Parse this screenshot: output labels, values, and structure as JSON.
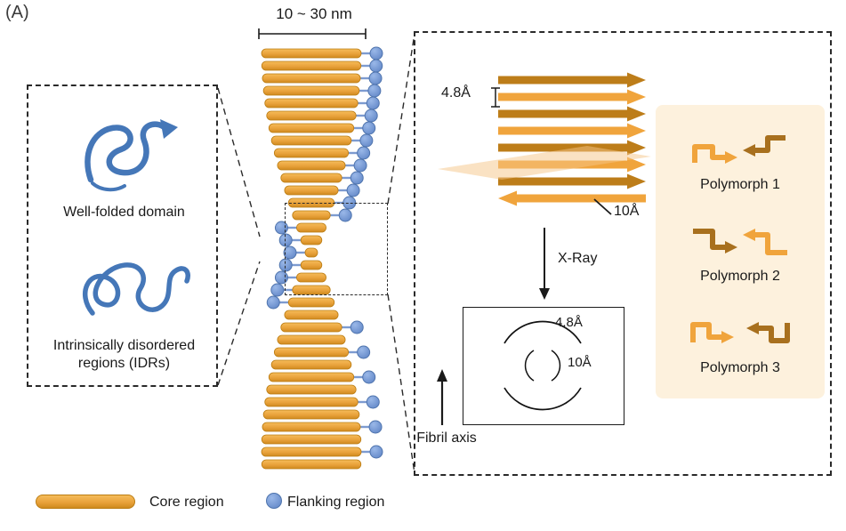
{
  "panel_label": "(A)",
  "fibril": {
    "width_label": "10 ~ 30 nm"
  },
  "left_box": {
    "well_folded_label": "Well-folded domain",
    "idr_label": "Intrinsically disordered regions (IDRs)"
  },
  "zoom": {
    "strand_spacing": "4.8Å",
    "sheet_spacing": "10Å",
    "xray_label": "X-Ray",
    "fibril_axis_label": "Fibril axis",
    "diffraction": {
      "outer_ring": "4.8Å",
      "inner_ring": "10Å"
    },
    "polymorphs": [
      {
        "label": "Polymorph 1"
      },
      {
        "label": "Polymorph 2"
      },
      {
        "label": "Polymorph 3"
      }
    ]
  },
  "legend": {
    "core": "Core region",
    "flanking": "Flanking region"
  },
  "colors": {
    "core_orange": "#e9a23b",
    "flanking_blue": "#6c92d2",
    "dark_arrow": "#bd7d19",
    "light_arrow": "#f0a43c",
    "protein_blue": "#4577b8",
    "panel_bg": "#fdf1dd"
  }
}
